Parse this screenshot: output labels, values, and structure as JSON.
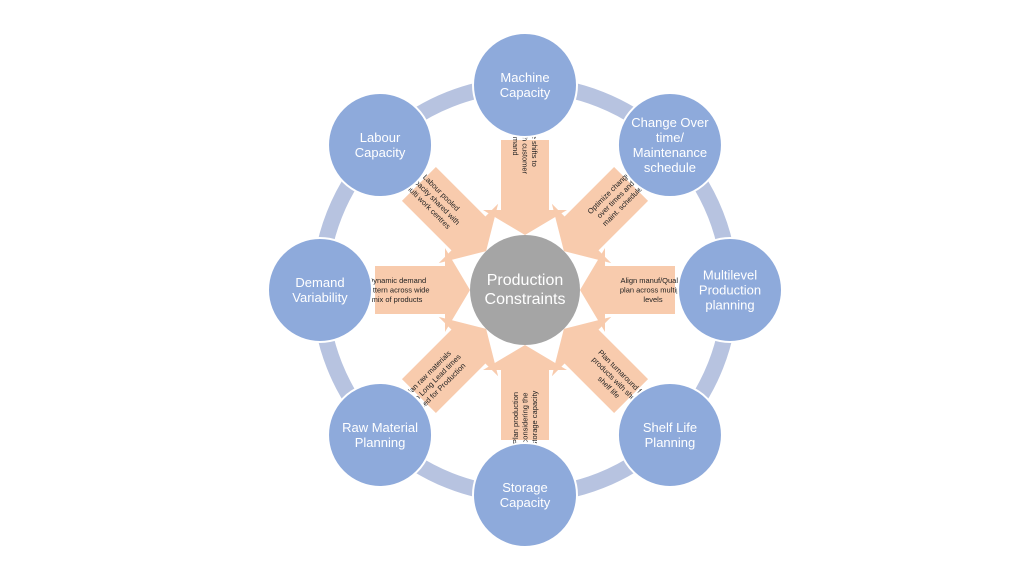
{
  "colors": {
    "background": "#ffffff",
    "ring": "#b7c3e0",
    "node_fill": "#8eaadb",
    "node_stroke": "#ffffff",
    "arrow_fill": "#f8cbad",
    "center_fill": "#a5a5a5"
  },
  "center": {
    "lines": [
      "Production",
      "Constraints"
    ]
  },
  "nodes": [
    {
      "id": "machine-capacity",
      "lines": [
        "Machine",
        "Capacity"
      ]
    },
    {
      "id": "change-over-time",
      "lines": [
        "Change Over",
        "time/",
        "Maintenance",
        "schedule"
      ]
    },
    {
      "id": "multilevel-production-planning",
      "lines": [
        "Multilevel",
        "Production",
        "planning"
      ]
    },
    {
      "id": "shelf-life-planning",
      "lines": [
        "Shelf Life",
        "Planning"
      ]
    },
    {
      "id": "storage-capacity",
      "lines": [
        "Storage",
        "Capacity"
      ]
    },
    {
      "id": "raw-material-planning",
      "lines": [
        "Raw Material",
        "Planning"
      ]
    },
    {
      "id": "demand-variability",
      "lines": [
        "Demand",
        "Variability"
      ]
    },
    {
      "id": "labour-capacity",
      "lines": [
        "Labour",
        "Capacity"
      ]
    }
  ],
  "arrows": [
    {
      "id": "machine-capacity",
      "lines": [
        "Define shifts to",
        "align with customer",
        "demand"
      ]
    },
    {
      "id": "change-over-time",
      "lines": [
        "Optimize change",
        "over times and",
        "maint.  schedule"
      ]
    },
    {
      "id": "multilevel-production-planning",
      "lines": [
        "Align manuf/Quality",
        "plan across multiple",
        "levels"
      ]
    },
    {
      "id": "shelf-life-planning",
      "lines": [
        "Plan turnaround for",
        "products with short",
        "shelf life"
      ]
    },
    {
      "id": "storage-capacity",
      "lines": [
        "Plan production",
        "considering the",
        "storage capacity"
      ]
    },
    {
      "id": "raw-material-planning",
      "lines": [
        "Plan raw materials",
        "with Long Lead times",
        "used for Production"
      ]
    },
    {
      "id": "demand-variability",
      "lines": [
        "Dynamic demand",
        "pattern across wide",
        "mix of products"
      ]
    },
    {
      "id": "labour-capacity",
      "lines": [
        "Labour pooled",
        "capacity shared with",
        "multi work centres"
      ]
    }
  ]
}
